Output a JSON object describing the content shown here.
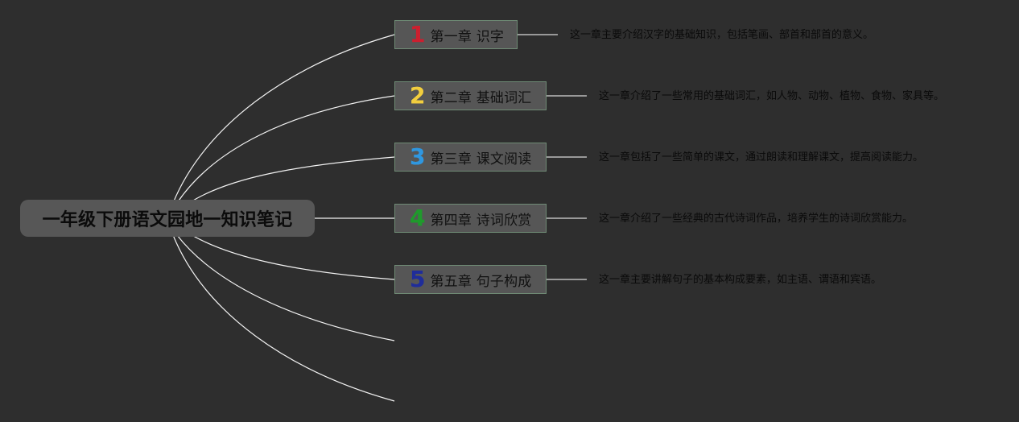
{
  "root": {
    "title": "一年级下册语文园地一知识笔记"
  },
  "branches": [
    {
      "number": "1",
      "label": "第一章 识字",
      "description": "这一章主要介绍汉字的基础知识，包括笔画、部首和部首的意义。",
      "number_color": "#cc1f2f"
    },
    {
      "number": "2",
      "label": "第二章 基础词汇",
      "description": "这一章介绍了一些常用的基础词汇，如人物、动物、植物、食物、家具等。",
      "number_color": "#f2ce3e"
    },
    {
      "number": "3",
      "label": "第三章 课文阅读",
      "description": "这一章包括了一些简单的课文，通过朗读和理解课文，提高阅读能力。",
      "number_color": "#2f97e0"
    },
    {
      "number": "4",
      "label": "第四章 诗词欣赏",
      "description": "这一章介绍了一些经典的古代诗词作品，培养学生的诗词欣赏能力。",
      "number_color": "#1f9a2c"
    },
    {
      "number": "5",
      "label": "第五章 句子构成",
      "description": "这一章主要讲解句子的基本构成要素，如主语、谓语和宾语。",
      "number_color": "#1f2d9a"
    }
  ],
  "colors": {
    "background": "#2e2e2e",
    "root_fill": "#575757",
    "branch_fill": "#565656",
    "branch_border": "#6f8b75",
    "connector_line": "#f2f2f2",
    "text_dark": "#111111"
  }
}
